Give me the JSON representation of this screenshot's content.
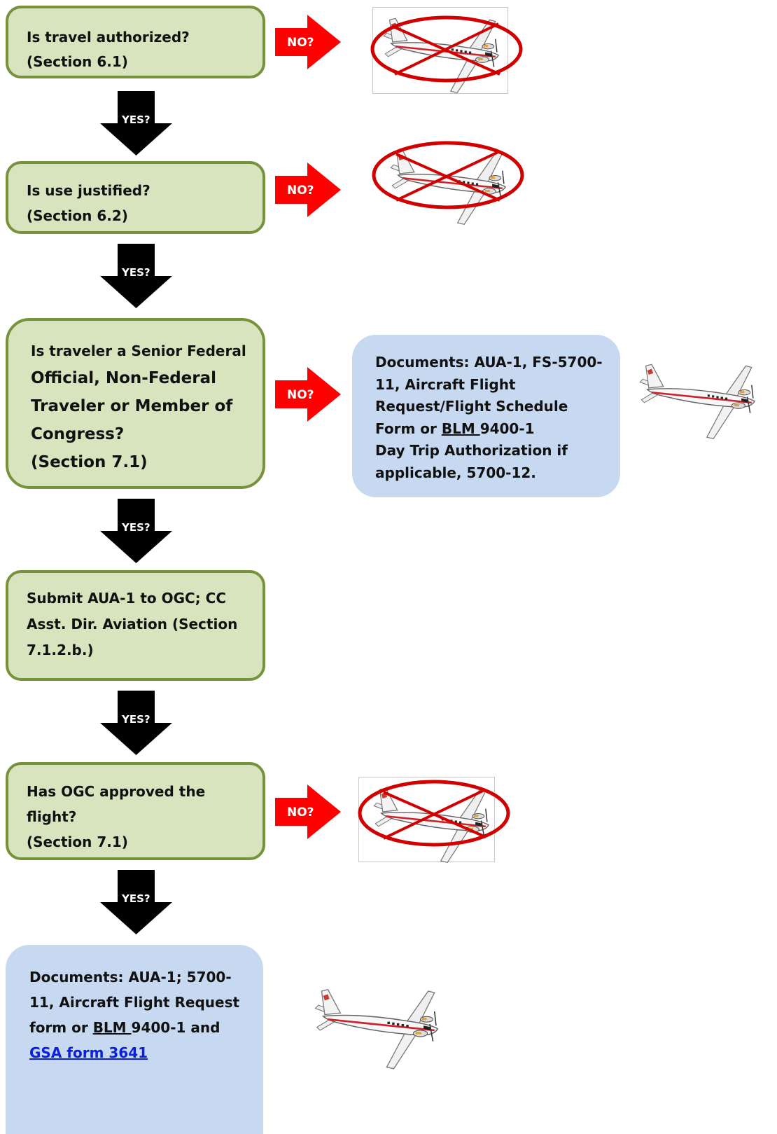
{
  "colors": {
    "box_fill": "#d7e4bd",
    "box_border": "#76923c",
    "doc_fill": "#c6d9f1",
    "no_arrow": "#ff0000",
    "yes_arrow": "#000000",
    "prohibit": "#d00000",
    "link": "#0b1fe0"
  },
  "steps": [
    {
      "lines": [
        "Is travel authorized?",
        "(Section 6.1)"
      ]
    },
    {
      "lines": [
        "Is use justified?",
        "(Section 6.2)"
      ]
    },
    {
      "lines": [
        "Is traveler a Senior Federal",
        "Official, Non-Federal",
        "Traveler or Member of",
        "Congress?",
        "(Section 7.1)"
      ]
    },
    {
      "lines": [
        "Submit AUA-1 to OGC; CC",
        "Asst. Dir. Aviation (Section",
        "7.1.2.b.)"
      ]
    },
    {
      "lines": [
        "Has OGC approved the",
        "flight?",
        "(Section 7.1)"
      ]
    }
  ],
  "no_label": "NO?",
  "yes_label": "YES?",
  "documents_box_1": {
    "line1": "Documents: AUA-1, FS-5700-",
    "line2": "11, Aircraft Flight",
    "line3": "Request/Flight Schedule",
    "line4_before": "Form or ",
    "line4_underlined": "BLM ",
    "line4_after": "9400-1",
    "line5": "Day Trip Authorization if",
    "line6": "applicable, 5700-12."
  },
  "documents_box_2": {
    "line1": "Documents: AUA-1; 5700-",
    "line2": "11, Aircraft Flight Request",
    "line3_before": "form or ",
    "line3_underlined": "BLM ",
    "line3_after": "9400-1 and",
    "link_text": "GSA form 3641"
  },
  "icons": {
    "prohibited_aircraft": "prohibited-airplane-icon",
    "aircraft": "airplane-icon"
  }
}
